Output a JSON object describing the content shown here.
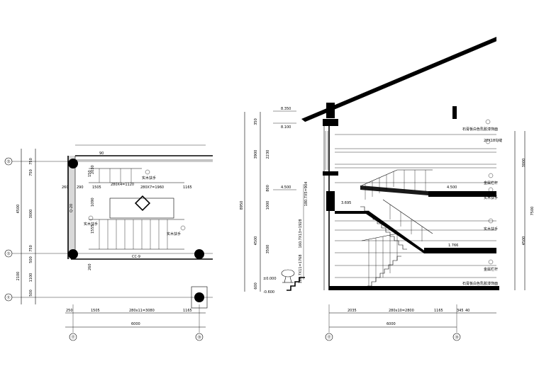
{
  "plan": {
    "grid_labels": {
      "left_top": "⑮",
      "left_mid": "⑬",
      "left_bot": "⑪",
      "bottom_left": "⑰",
      "bottom_right": "⑲"
    },
    "left_dims": {
      "outer": "4500",
      "d750a": "750",
      "d750b": "750",
      "d3000": "3000",
      "d750c": "750",
      "d500": "500",
      "d2100": "2100",
      "d1100": "1100",
      "d500b": "500"
    },
    "top_dims": {
      "d90": "90",
      "d150": "150",
      "d260": "260",
      "d290": "290",
      "d1505": "1505",
      "run_top": "280X4=1120",
      "run_mid": "280X7=1960",
      "d1165": "1165"
    },
    "inner_labels": {
      "d1090": "1090",
      "d1555": "1555",
      "d2030": "2030",
      "side_label": "Q-20",
      "beam": "CC-9",
      "d260b": "260"
    },
    "notes": {
      "rail1": "实木扶手",
      "rail2": "实木扶手",
      "rail3": "实木扶手"
    },
    "bottom_dims": {
      "d250": "250",
      "d1505": "1505",
      "run": "280x11=3080",
      "d1165": "1165",
      "total": "6000"
    }
  },
  "section": {
    "elevations": {
      "e1": "8.350",
      "e2": "8.100",
      "e3": "4.500",
      "e4": "3.695",
      "e5": "4.500",
      "e6": "1.766",
      "e7": "±0.000",
      "e8": "-0.600"
    },
    "left_dims": {
      "total": "8950",
      "d350": "350",
      "d3900": "3900",
      "d2230": "2230",
      "d800": "800",
      "d1000": "1000",
      "d4500": "4500",
      "d3500": "3500",
      "d600": "600"
    },
    "step_dims": {
      "s1": "160.7X13=1928",
      "s2": "160.7X11=1768",
      "s3": "180.7X5=904"
    },
    "right_dims": {
      "total": "7500",
      "d3000": "3000",
      "d4500": "4500"
    },
    "notes": {
      "n1": "石膏板白色乳胶漆饰面",
      "n2": "20X18勾缝",
      "n3": "金属栏杆",
      "n4": "实木扶手",
      "n5": "实木扶手",
      "n6": "金属栏杆",
      "n7": "石膏板白色乳胶漆饰面"
    },
    "bottom_dims": {
      "d2035": "2035",
      "run": "280x10=2800",
      "d1165": "1165",
      "d345": "345",
      "d40": "40",
      "total": "6000"
    },
    "grid_labels": {
      "left": "⑰",
      "right": "⑲"
    }
  }
}
